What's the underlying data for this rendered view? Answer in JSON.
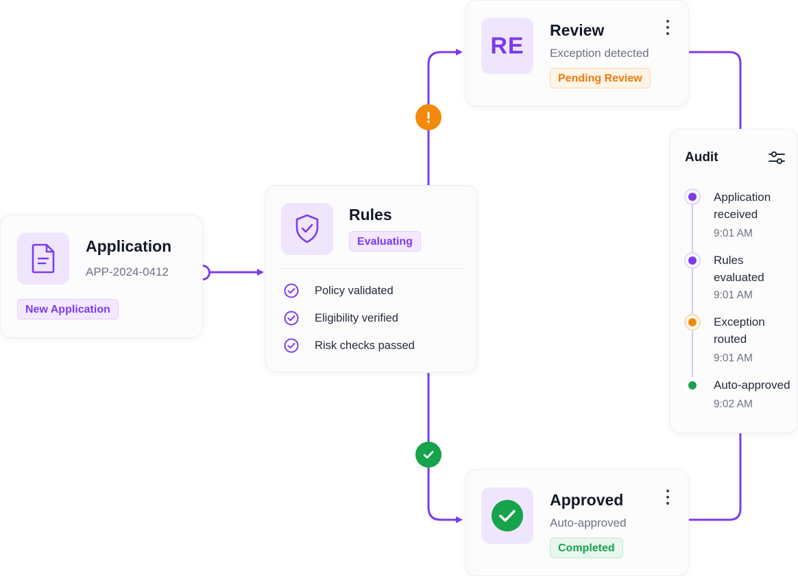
{
  "colors": {
    "accent": "#7c3aed",
    "warning": "#f28a0c",
    "success": "#16a34a",
    "tile_bg": "#efe6fd",
    "connector": "#7c3aed"
  },
  "application": {
    "icon": "document-icon",
    "title": "Application",
    "id": "APP-2024-0412",
    "status": "New Application"
  },
  "rules": {
    "icon": "shield-check-icon",
    "title": "Rules",
    "status": "Evaluating",
    "checks": [
      {
        "icon": "check-circle-icon",
        "label": "Policy validated"
      },
      {
        "icon": "check-circle-icon",
        "label": "Eligibility verified"
      },
      {
        "icon": "check-circle-icon",
        "label": "Risk checks passed"
      }
    ]
  },
  "review": {
    "initials": "RE",
    "title": "Review",
    "subtitle": "Exception detected",
    "status": "Pending Review",
    "menu_icon": "more-vertical-icon"
  },
  "approved": {
    "icon": "check-circle-filled-icon",
    "title": "Approved",
    "subtitle": "Auto-approved",
    "status": "Completed",
    "menu_icon": "more-vertical-icon"
  },
  "branches": {
    "exception_icon": "exclamation-icon",
    "success_icon": "check-icon"
  },
  "audit": {
    "title": "Audit",
    "filter_icon": "sliders-icon",
    "events": [
      {
        "label": "Application received",
        "time": "9:01 AM",
        "color": "#7c3aed"
      },
      {
        "label": "Rules evaluated",
        "time": "9:01 AM",
        "color": "#7c3aed"
      },
      {
        "label": "Exception routed",
        "time": "9:01 AM",
        "color": "#f28a0c"
      },
      {
        "label": "Auto-approved",
        "time": "9:02 AM",
        "color": "#16a34a"
      }
    ]
  }
}
